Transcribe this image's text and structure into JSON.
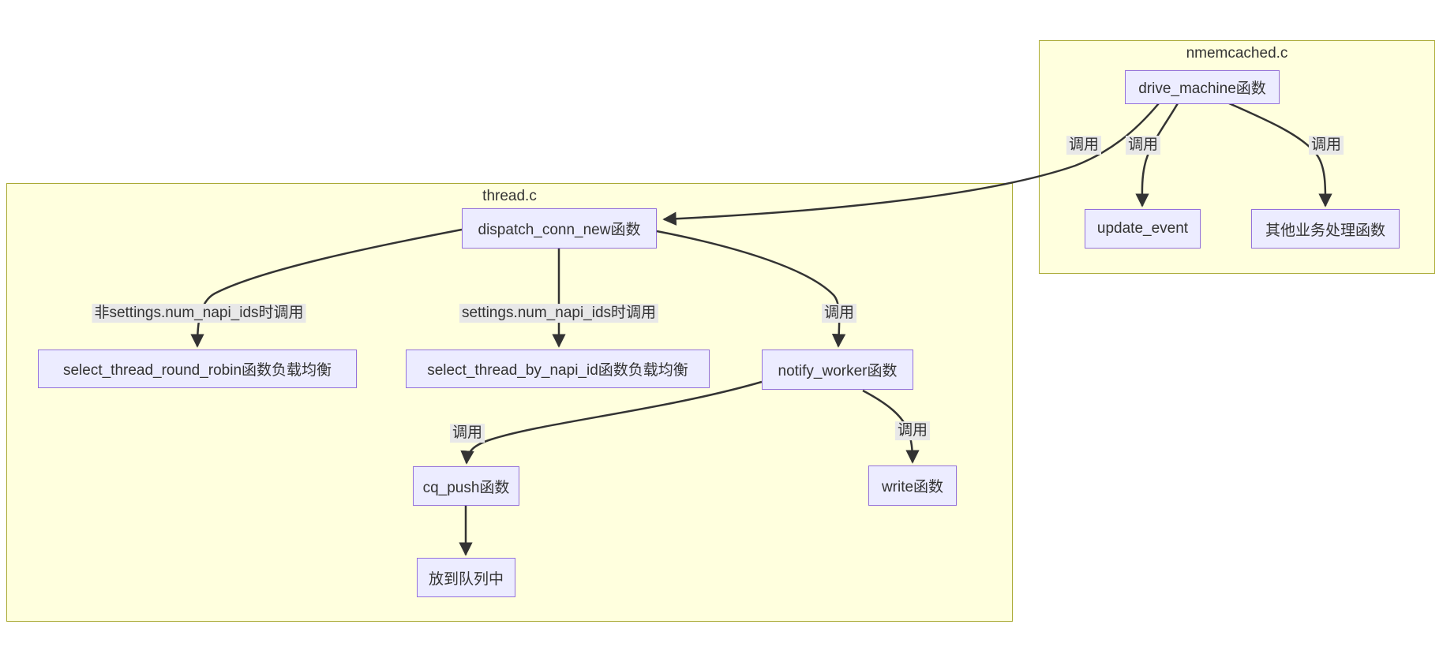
{
  "diagram": {
    "clusters": {
      "thread": {
        "title": "thread.c"
      },
      "nmemcached": {
        "title": "nmemcached.c"
      }
    },
    "nodes": {
      "drive_machine": {
        "label": "drive_machine函数"
      },
      "update_event": {
        "label": "update_event"
      },
      "other_business": {
        "label": "其他业务处理函数"
      },
      "dispatch_conn_new": {
        "label": "dispatch_conn_new函数"
      },
      "select_thread_round_robin": {
        "label": "select_thread_round_robin函数负载均衡"
      },
      "select_thread_by_napi_id": {
        "label": "select_thread_by_napi_id函数负载均衡"
      },
      "notify_worker": {
        "label": "notify_worker函数"
      },
      "cq_push": {
        "label": "cq_push函数"
      },
      "write_fn": {
        "label": "write函数"
      },
      "put_in_queue": {
        "label": "放到队列中"
      }
    },
    "edges": {
      "drive_to_dispatch": {
        "label": "调用"
      },
      "drive_to_update_event": {
        "label": "调用"
      },
      "drive_to_other": {
        "label": "调用"
      },
      "dispatch_to_round_robin": {
        "label": "非settings.num_napi_ids时调用"
      },
      "dispatch_to_by_napi_id": {
        "label": "settings.num_napi_ids时调用"
      },
      "dispatch_to_notify": {
        "label": "调用"
      },
      "notify_to_cq_push": {
        "label": "调用"
      },
      "notify_to_write": {
        "label": "调用"
      }
    },
    "colors": {
      "cluster_fill": "#ffffde",
      "cluster_border": "#aaaa33",
      "node_fill": "#ececff",
      "node_border": "#9370db",
      "edge_stroke": "#333333",
      "edge_label_bg": "#e8e8e8",
      "text": "#333333"
    }
  }
}
